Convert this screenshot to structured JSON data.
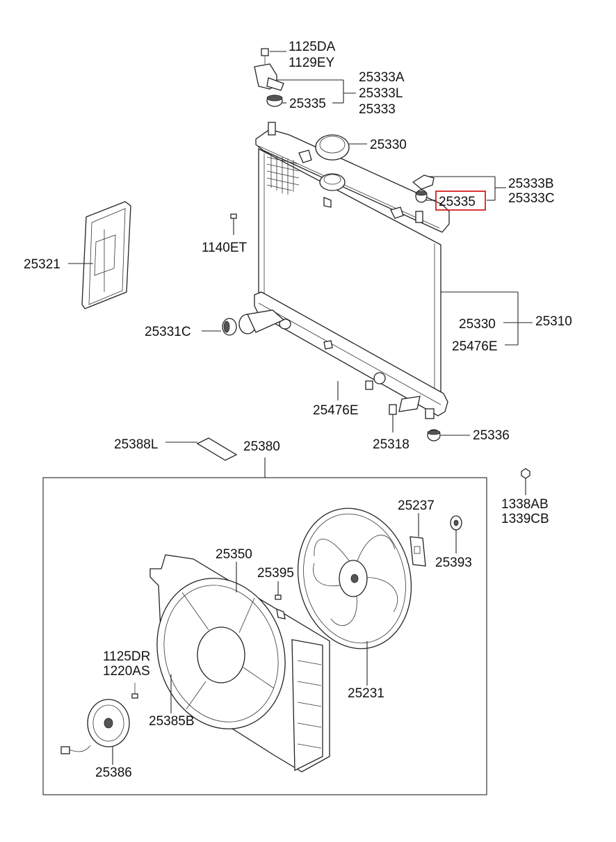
{
  "labels": {
    "p1125DA": "1125DA",
    "p1129EY": "1129EY",
    "p25333A": "25333A",
    "p25333L": "25333L",
    "p25333": "25333",
    "p25335_top": "25335",
    "p25330_cap": "25330",
    "p25333B": "25333B",
    "p25333C": "25333C",
    "p25335_sel": "25335",
    "p25321": "25321",
    "p1140ET": "1140ET",
    "p25330_mid": "25330",
    "p25310": "25310",
    "p25476E_right": "25476E",
    "p25331C": "25331C",
    "p25476E_hose": "25476E",
    "p25318": "25318",
    "p25336": "25336",
    "p25388L": "25388L",
    "p25380": "25380",
    "p1338AB": "1338AB",
    "p1339CB": "1339CB",
    "p25237": "25237",
    "p25393": "25393",
    "p25350": "25350",
    "p25395": "25395",
    "p1125DR": "1125DR",
    "p1220AS": "1220AS",
    "p25385B": "25385B",
    "p25231": "25231",
    "p25386": "25386"
  },
  "highlight_color": "#d42020"
}
